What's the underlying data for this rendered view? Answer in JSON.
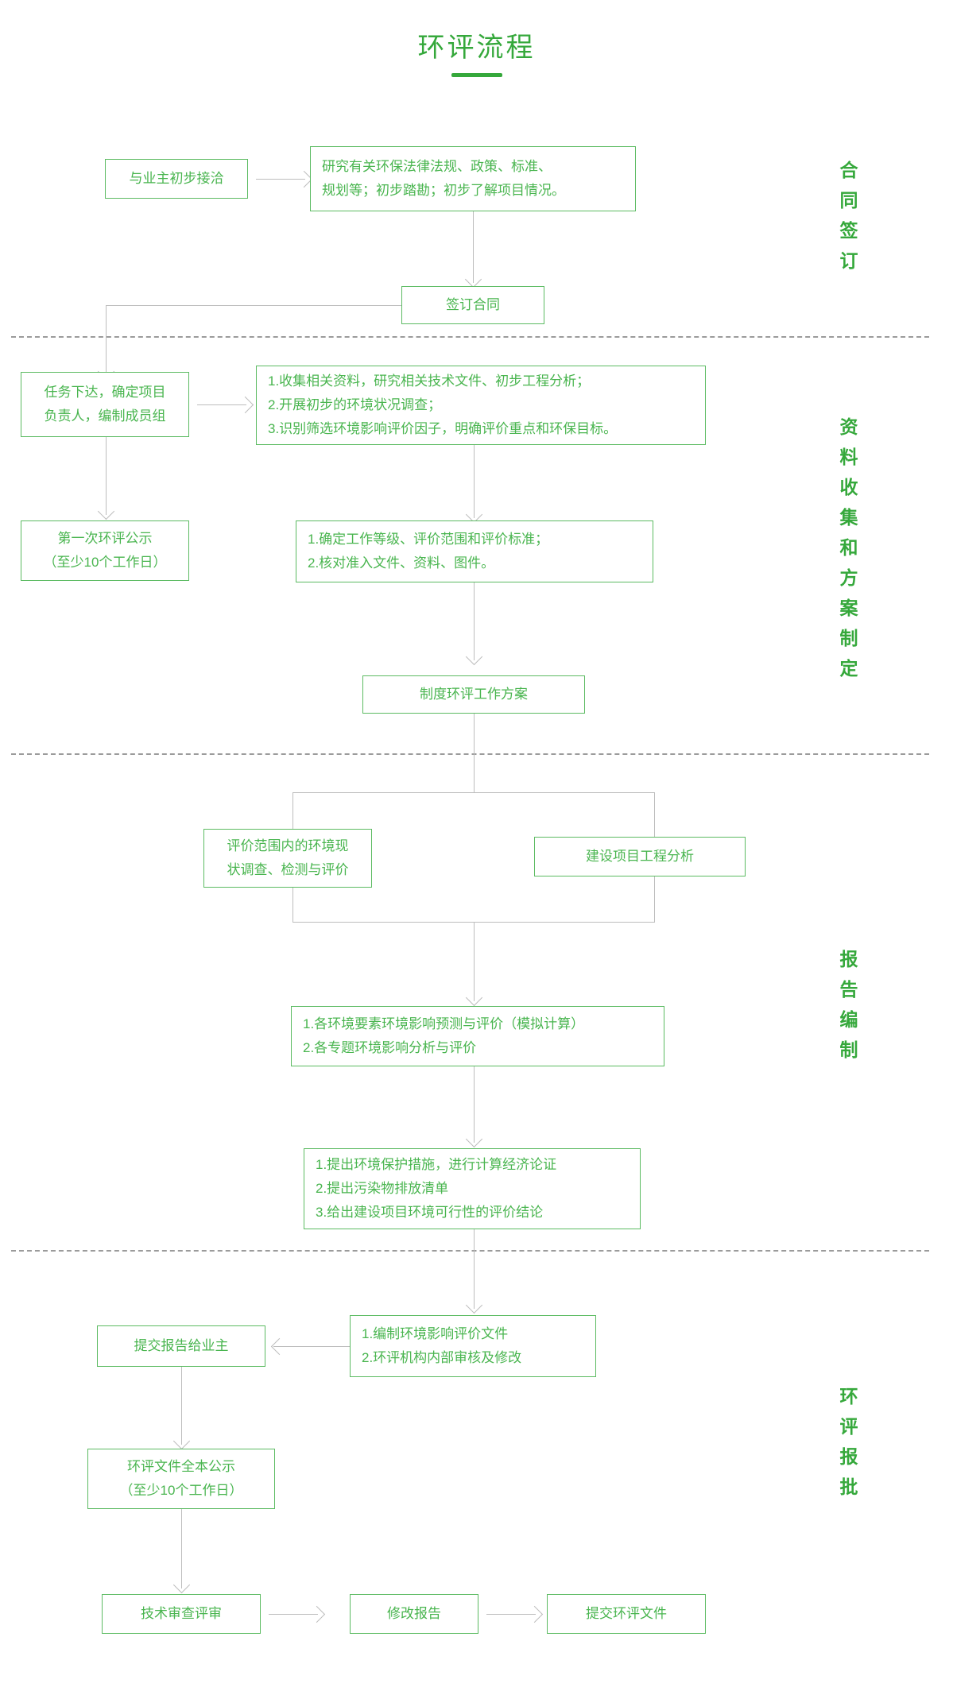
{
  "title": "环评流程",
  "theme": {
    "accent": "#35a83b",
    "box_border": "#5cbb62",
    "box_text": "#49b54f",
    "connector": "#bdbdbd",
    "separator": "#9b9b9b",
    "background": "#ffffff"
  },
  "sections": [
    {
      "id": "contract",
      "label": "合同签订"
    },
    {
      "id": "data",
      "label": "资料收集和方案制定"
    },
    {
      "id": "report",
      "label": "报告编制"
    },
    {
      "id": "approval",
      "label": "环评报批"
    }
  ],
  "nodes": {
    "initial_contact": {
      "lines": [
        "与业主初步接洽"
      ]
    },
    "research_laws": {
      "lines": [
        "研究有关环保法律法规、政策、标准、",
        "规划等；初步踏勘；初步了解项目情况。"
      ]
    },
    "sign_contract": {
      "lines": [
        "签订合同"
      ]
    },
    "task_assign": {
      "lines": [
        "任务下达，确定项目",
        "负责人，编制成员组"
      ]
    },
    "collect_data": {
      "lines": [
        "1.收集相关资料，研究相关技术文件、初步工程分析；",
        "2.开展初步的环境状况调查；",
        "3.识别筛选环境影响评价因子，明确评价重点和环保目标。"
      ]
    },
    "first_notice": {
      "lines": [
        "第一次环评公示",
        "（至少10个工作日）"
      ]
    },
    "determine_level": {
      "lines": [
        "1.确定工作等级、评价范围和评价标准；",
        "2.核对准入文件、资料、图件。"
      ]
    },
    "work_plan": {
      "lines": [
        "制度环评工作方案"
      ]
    },
    "status_survey": {
      "lines": [
        "评价范围内的环境现",
        "状调查、检测与评价"
      ]
    },
    "project_analysis": {
      "lines": [
        "建设项目工程分析"
      ]
    },
    "impact_predict": {
      "lines": [
        "1.各环境要素环境影响预测与评价（模拟计算）",
        "2.各专题环境影响分析与评价"
      ]
    },
    "protection_measure": {
      "lines": [
        "1.提出环境保护措施，进行计算经济论证",
        "2.提出污染物排放清单",
        "3.给出建设项目环境可行性的评价结论"
      ]
    },
    "compile_file": {
      "lines": [
        "1.编制环境影响评价文件",
        "2.环评机构内部审核及修改"
      ]
    },
    "submit_owner": {
      "lines": [
        "提交报告给业主"
      ]
    },
    "full_notice": {
      "lines": [
        "环评文件全本公示",
        "（至少10个工作日）"
      ]
    },
    "tech_review": {
      "lines": [
        "技术审查评审"
      ]
    },
    "revise_report": {
      "lines": [
        "修改报告"
      ]
    },
    "submit_file": {
      "lines": [
        "提交环评文件"
      ]
    }
  },
  "icons": {
    "arrow_down": "arrow-down-icon",
    "arrow_right": "arrow-right-icon",
    "arrow_left": "arrow-left-icon"
  }
}
